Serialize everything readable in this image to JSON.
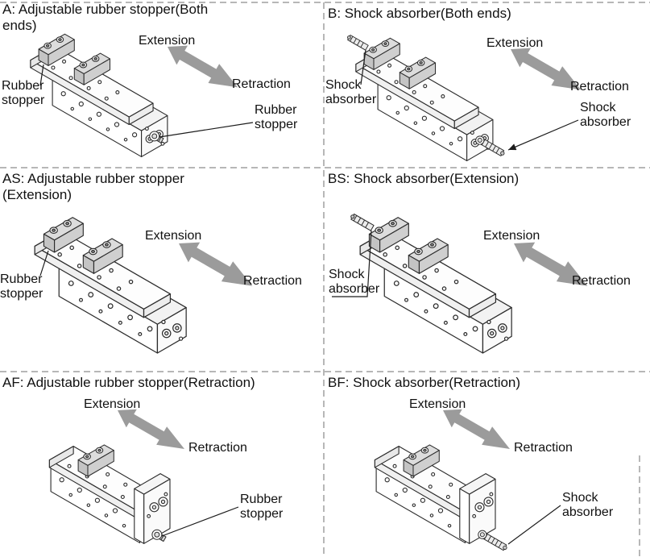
{
  "colors": {
    "arrow_gray": "#9b9b9b",
    "line_dark": "#2b2b2b",
    "divider_gray": "#9f9f9f",
    "metal_gray": "#d9d9d9"
  },
  "panels": [
    {
      "id": "A",
      "title": "A: Adjustable rubber stopper(Both\nends)",
      "extension": "Extension",
      "retraction": "Retraction",
      "callouts": [
        "Rubber\nstopper",
        "Rubber\nstopper"
      ]
    },
    {
      "id": "B",
      "title": "B: Shock absorber(Both ends)",
      "extension": "Extension",
      "retraction": "Retraction",
      "callouts": [
        "Shock\nabsorber",
        "Shock\nabsorber"
      ]
    },
    {
      "id": "AS",
      "title": "AS: Adjustable rubber stopper\n(Extension)",
      "extension": "Extension",
      "retraction": "Retraction",
      "callouts": [
        "Rubber\nstopper"
      ]
    },
    {
      "id": "BS",
      "title": "BS: Shock absorber(Extension)",
      "extension": "Extension",
      "retraction": "Retraction",
      "callouts": [
        "Shock\nabsorber"
      ]
    },
    {
      "id": "AF",
      "title": "AF: Adjustable rubber stopper(Retraction)",
      "extension": "Extension",
      "retraction": "Retraction",
      "callouts": [
        "Rubber\nstopper"
      ]
    },
    {
      "id": "BF",
      "title": "BF: Shock absorber(Retraction)",
      "extension": "Extension",
      "retraction": "Retraction",
      "callouts": [
        "Shock\nabsorber"
      ]
    }
  ]
}
